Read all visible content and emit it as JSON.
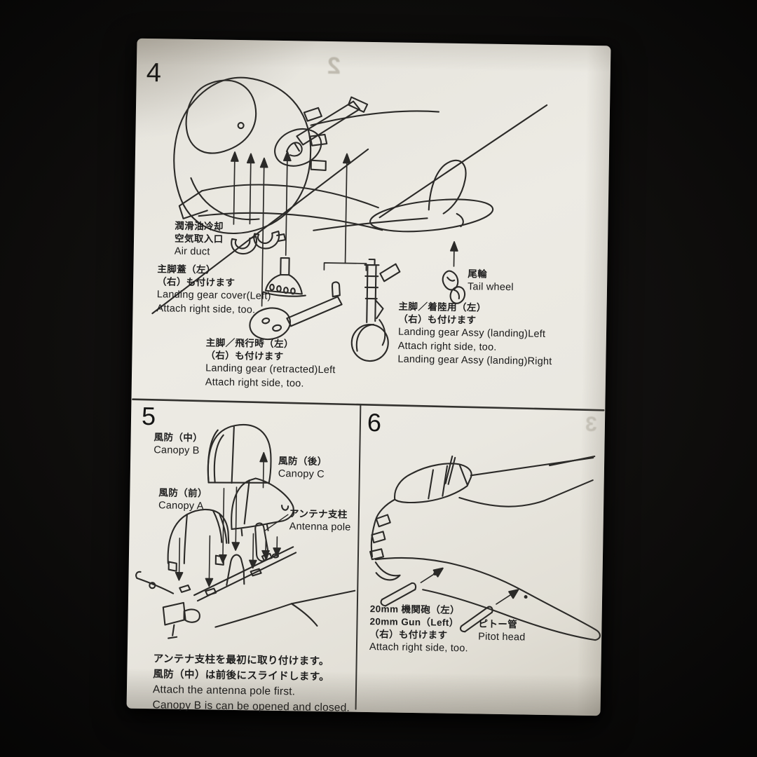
{
  "photo": {
    "bleed_top": "2",
    "bleed_side": "3"
  },
  "s4": {
    "num": "4",
    "air_duct": {
      "jp1": "潤滑油冷却",
      "jp2": "空気取入口",
      "en": "Air duct"
    },
    "gear_cover": {
      "jp1": "主脚蓋（左）",
      "jp2": "（右）も付けます",
      "en1": "Landing gear cover(Left)",
      "en2": "Attach right side, too."
    },
    "gear_retracted": {
      "jp1": "主脚／飛行時（左）",
      "jp2": "（右）も付けます",
      "en1": "Landing gear (retracted)Left",
      "en2": "Attach right side, too."
    },
    "tail_wheel": {
      "jp": "尾輪",
      "en": "Tail wheel"
    },
    "gear_assy": {
      "jp1": "主脚／着陸用（左）",
      "jp2": "（右）も付けます",
      "en1": "Landing gear Assy (landing)Left",
      "en2": "Attach right side, too.",
      "en3": "Landing gear Assy (landing)Right"
    }
  },
  "s5": {
    "num": "5",
    "canopy_b": {
      "jp": "風防（中）",
      "en": "Canopy B"
    },
    "canopy_c": {
      "jp": "風防（後）",
      "en": "Canopy C"
    },
    "canopy_a": {
      "jp": "風防（前）",
      "en": "Canopy A"
    },
    "antenna": {
      "jp": "アンテナ支柱",
      "en": "Antenna pole"
    },
    "note": {
      "jp1": "アンテナ支柱を最初に取り付けます。",
      "jp2": "風防（中）は前後にスライドします。",
      "en1": "Attach the antenna pole first.",
      "en2": "Canopy B is can be opened and closed."
    }
  },
  "s6": {
    "num": "6",
    "gun": {
      "jp1": "20mm 機関砲（左）",
      "en1": "20mm Gun（Left）",
      "jp2": "（右）も付けます",
      "en2": "Attach right side, too."
    },
    "pitot": {
      "jp": "ピトー管",
      "en": "Pitot head"
    }
  }
}
